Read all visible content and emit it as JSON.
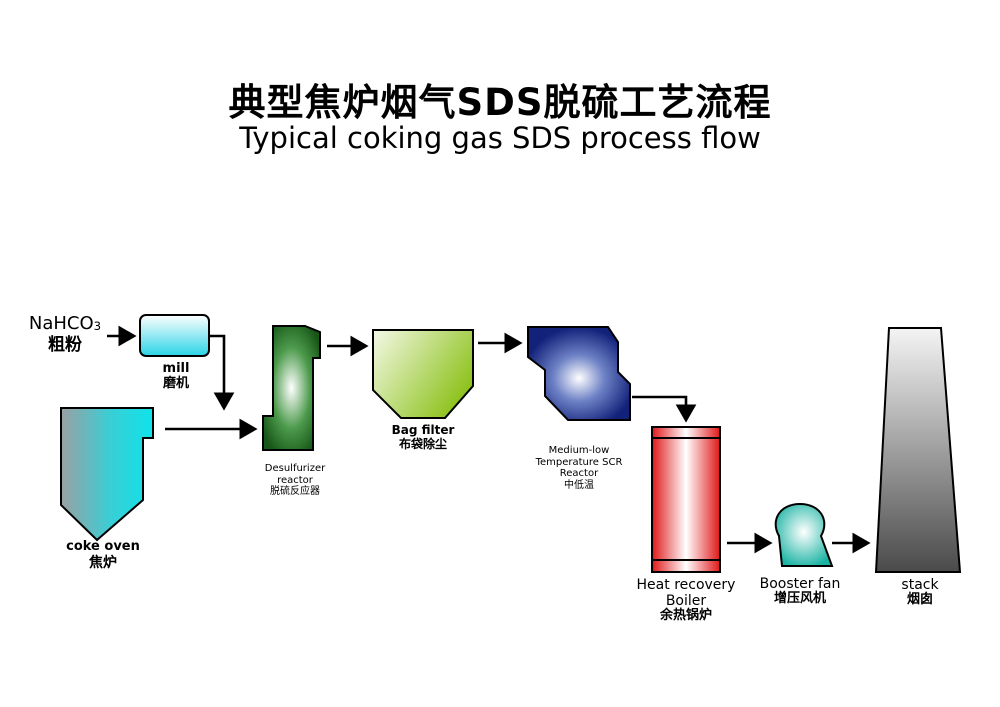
{
  "title": {
    "cn": "典型焦炉烟气SDS脱硫工艺流程",
    "en": "Typical coking gas SDS process flow"
  },
  "nodes": {
    "nahco3": {
      "en_main": "NaHCO",
      "en_sub": "3",
      "cn": "粗粉"
    },
    "mill": {
      "en": "mill",
      "cn": "磨机"
    },
    "coke_oven": {
      "en": "coke oven",
      "cn": "焦炉"
    },
    "desulfurizer": {
      "en_line1": "Desulfurizer",
      "en_line2": "reactor",
      "cn": "脱硫反应器"
    },
    "bag_filter": {
      "en": "Bag filter",
      "cn": "布袋除尘"
    },
    "scr": {
      "en_line1": "Medium-low",
      "en_line2": "Temperature SCR",
      "en_line3": "Reactor",
      "cn": "中低温"
    },
    "boiler": {
      "en_line1": "Heat recovery",
      "en_line2": "Boiler",
      "cn": "余热锅炉"
    },
    "fan": {
      "en": "Booster fan",
      "cn": "增压风机"
    },
    "stack": {
      "en": "stack",
      "cn": "烟囱"
    }
  },
  "colors": {
    "mill": "#33d9e8",
    "coke_oven": "#19d8e0",
    "desulfurizer": "#1e6a1e",
    "bag_filter": "#8fc21f",
    "scr": "#1a2b8a",
    "boiler": "#e01a1a",
    "fan": "#1fb8a8",
    "stack": "#3a3a3a"
  }
}
